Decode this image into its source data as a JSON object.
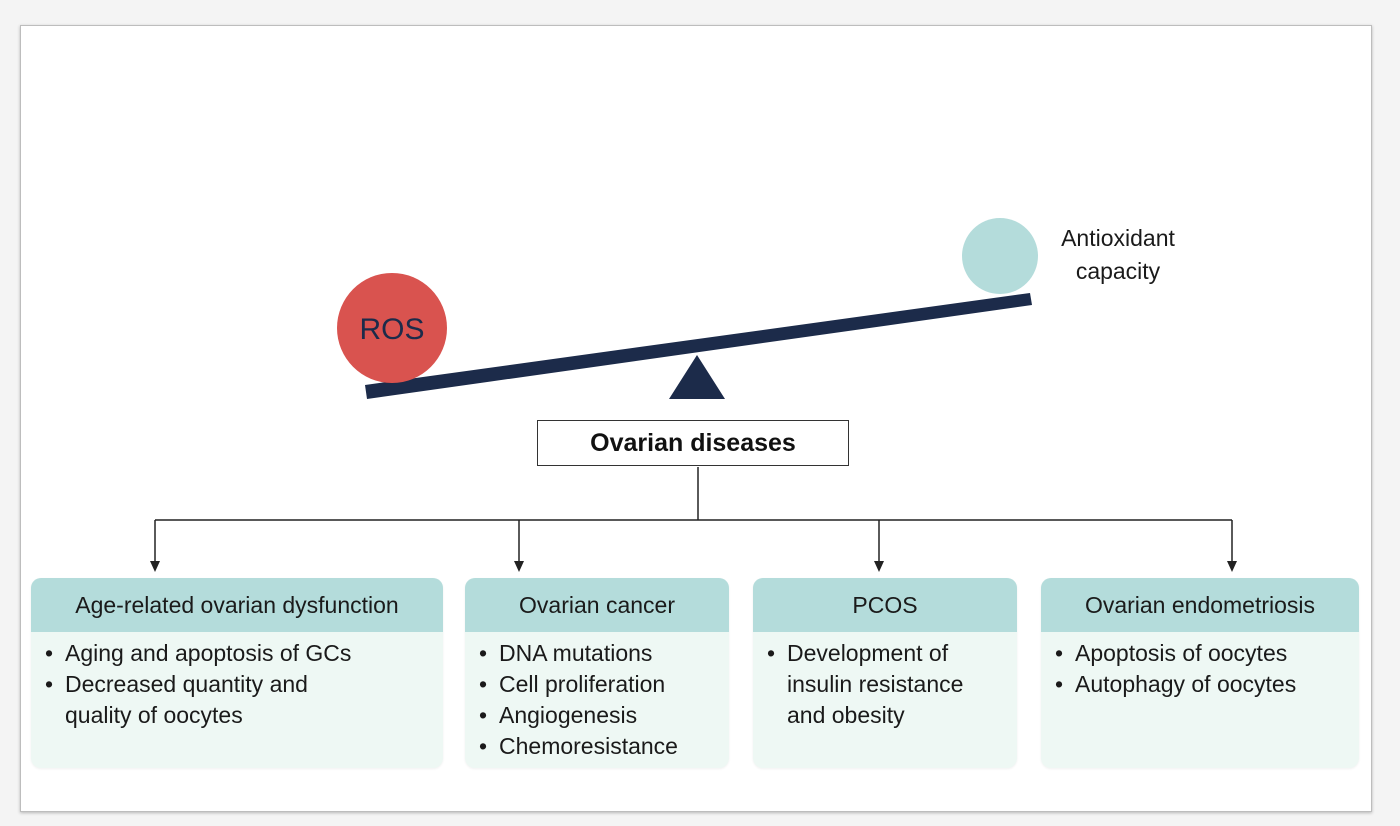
{
  "balance": {
    "left_label": "ROS",
    "right_label_line1": "Antioxidant",
    "right_label_line2": "capacity",
    "colors": {
      "ros": "#d9534f",
      "antioxidant": "#b4dcdb",
      "beam": "#1c2b4a"
    }
  },
  "root": {
    "label": "Ovarian diseases"
  },
  "categories": [
    {
      "title": "Age-related ovarian dysfunction",
      "items": [
        "Aging and apoptosis of GCs",
        "Decreased quantity and\nquality of oocytes"
      ]
    },
    {
      "title": "Ovarian cancer",
      "items": [
        "DNA mutations",
        "Cell proliferation",
        "Angiogenesis",
        "Chemoresistance"
      ]
    },
    {
      "title": "PCOS",
      "items": [
        "Development of\ninsulin resistance\nand obesity"
      ]
    },
    {
      "title": "Ovarian endometriosis",
      "items": [
        "Apoptosis of oocytes",
        "Autophagy of oocytes"
      ]
    }
  ],
  "bullet_glyph": "•",
  "header_color": "#b4dcdb",
  "body_color": "#eef8f4"
}
